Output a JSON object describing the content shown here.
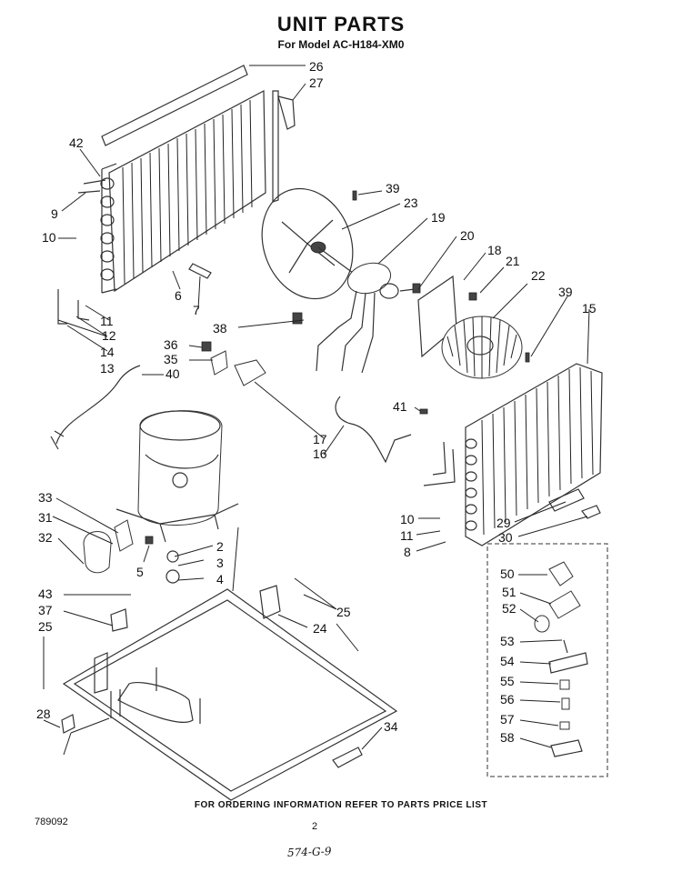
{
  "header": {
    "title": "UNIT PARTS",
    "subtitle": "For Model AC-H184-XM0"
  },
  "footer": {
    "ordering_note": "FOR ORDERING INFORMATION REFER TO PARTS PRICE LIST",
    "doc_number": "789092",
    "page_number": "2",
    "handwritten_note": "574-G-9"
  },
  "parts": [
    {
      "id": "26",
      "label": "26"
    },
    {
      "id": "27",
      "label": "27"
    },
    {
      "id": "42",
      "label": "42"
    },
    {
      "id": "9",
      "label": "9"
    },
    {
      "id": "10a",
      "label": "10"
    },
    {
      "id": "6",
      "label": "6"
    },
    {
      "id": "7",
      "label": "7"
    },
    {
      "id": "11a",
      "label": "11"
    },
    {
      "id": "12",
      "label": "12"
    },
    {
      "id": "14",
      "label": "14"
    },
    {
      "id": "13",
      "label": "13"
    },
    {
      "id": "39a",
      "label": "39"
    },
    {
      "id": "23",
      "label": "23"
    },
    {
      "id": "19",
      "label": "19"
    },
    {
      "id": "20",
      "label": "20"
    },
    {
      "id": "18",
      "label": "18"
    },
    {
      "id": "21",
      "label": "21"
    },
    {
      "id": "22",
      "label": "22"
    },
    {
      "id": "39b",
      "label": "39"
    },
    {
      "id": "15",
      "label": "15"
    },
    {
      "id": "38",
      "label": "38"
    },
    {
      "id": "36",
      "label": "36"
    },
    {
      "id": "35",
      "label": "35"
    },
    {
      "id": "40",
      "label": "40"
    },
    {
      "id": "41",
      "label": "41"
    },
    {
      "id": "17",
      "label": "17"
    },
    {
      "id": "16",
      "label": "16"
    },
    {
      "id": "33",
      "label": "33"
    },
    {
      "id": "31",
      "label": "31"
    },
    {
      "id": "32",
      "label": "32"
    },
    {
      "id": "5",
      "label": "5"
    },
    {
      "id": "2",
      "label": "2"
    },
    {
      "id": "3",
      "label": "3"
    },
    {
      "id": "4",
      "label": "4"
    },
    {
      "id": "10b",
      "label": "10"
    },
    {
      "id": "11b",
      "label": "11"
    },
    {
      "id": "8",
      "label": "8"
    },
    {
      "id": "29",
      "label": "29"
    },
    {
      "id": "30",
      "label": "30"
    },
    {
      "id": "43",
      "label": "43"
    },
    {
      "id": "37",
      "label": "37"
    },
    {
      "id": "25a",
      "label": "25"
    },
    {
      "id": "25b",
      "label": "25"
    },
    {
      "id": "24",
      "label": "24"
    },
    {
      "id": "28",
      "label": "28"
    },
    {
      "id": "34",
      "label": "34"
    },
    {
      "id": "50",
      "label": "50"
    },
    {
      "id": "51",
      "label": "51"
    },
    {
      "id": "52",
      "label": "52"
    },
    {
      "id": "53",
      "label": "53"
    },
    {
      "id": "54",
      "label": "54"
    },
    {
      "id": "55",
      "label": "55"
    },
    {
      "id": "56",
      "label": "56"
    },
    {
      "id": "57",
      "label": "57"
    },
    {
      "id": "58",
      "label": "58"
    }
  ]
}
